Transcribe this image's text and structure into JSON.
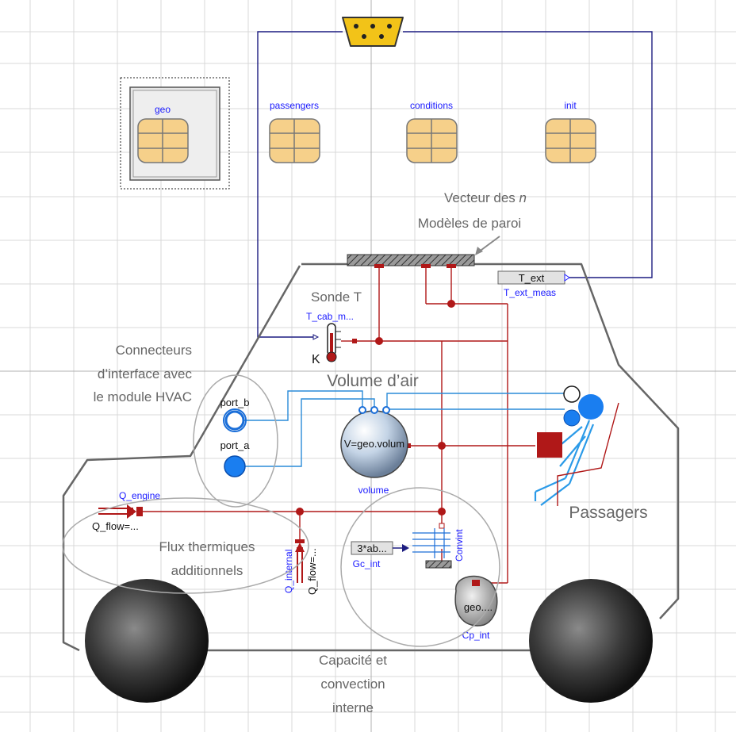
{
  "records": {
    "geo": "geo",
    "passengers": "passengers",
    "conditions": "conditions",
    "init": "init"
  },
  "components": {
    "t_ext_value": "T_ext",
    "t_ext_name": "T_ext_meas",
    "sensor_name": "T_cab_m...",
    "sensor_unit": "K",
    "port_b": "port_b",
    "port_a": "port_a",
    "volume_param": "V=geo.volum",
    "volume_name": "volume",
    "q_engine": "Q_engine",
    "q_engine_param": "Q_flow=...",
    "q_internal": "Q_internal",
    "q_internal_param": "Q_flow=...",
    "gc_value": "3*ab...",
    "gc_name": "Gc_int",
    "convint": "Convint",
    "cp_param": "geo....",
    "cp_name": "Cp_int"
  },
  "annotations": {
    "walls_line1_prefix": "Vecteur des ",
    "walls_line1_n": "n",
    "walls_line2": "Modèles de paroi",
    "sensor": "Sonde T",
    "connectors_line1": "Connecteurs",
    "connectors_line2": "d’interface avec",
    "connectors_line3": "le module HVAC",
    "air_volume": "Volume d’air",
    "passengers": "Passagers",
    "flux_line1": "Flux thermiques",
    "flux_line2": "additionnels",
    "capacity_line1": "Capacité et",
    "capacity_line2": "convection",
    "capacity_line3": "interne"
  },
  "colors": {
    "connector_blue": "#1a1aff",
    "heat_red": "#b01818",
    "fluid_blue": "#2a8cd8",
    "record_fill": "#f6d08a"
  }
}
